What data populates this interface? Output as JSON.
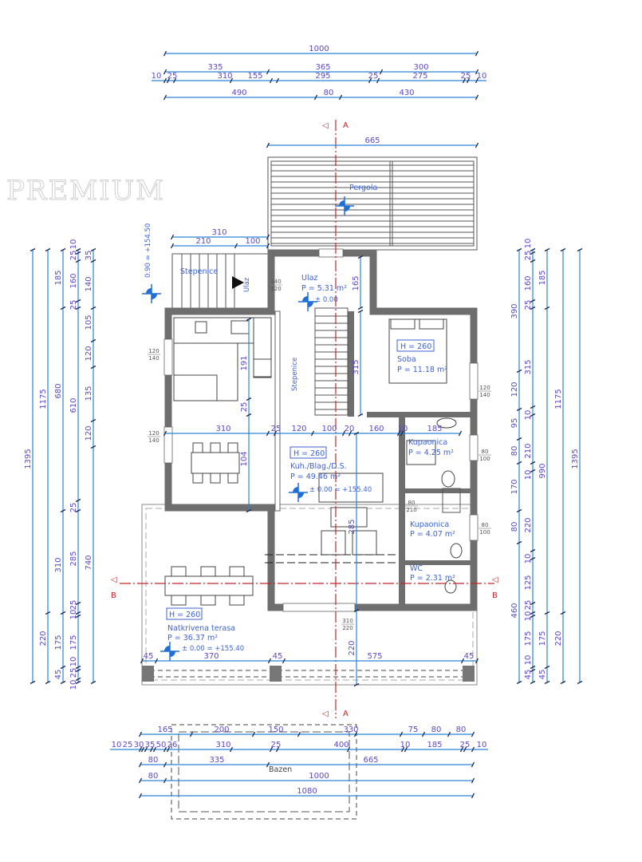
{
  "drawing": {
    "watermark": "PREMIUM",
    "colors": {
      "dimension_line": "#2a86d6",
      "dimension_text": "#5b49c9",
      "room_text": "#3c63d6",
      "walls": "#6e6e6e",
      "section_line": "#c0282b"
    },
    "section_markers": {
      "a_top": "A",
      "a_bottom": "A",
      "b_left": "B",
      "b_right": "B"
    },
    "level_left": "0.90 = +154.50"
  },
  "rooms": {
    "pergola": {
      "name": "Pergola"
    },
    "outdoor_stairs": {
      "name": "Stepenice"
    },
    "entrance": {
      "name": "Ulaz",
      "area": "P = 5.31 m²",
      "level": "± 0.00",
      "arrow_label": "Ulaz"
    },
    "interior_stairs": {
      "name": "Stepenice"
    },
    "bedroom": {
      "height": "H = 260",
      "name": "Soba",
      "area": "P = 11.18 m²"
    },
    "living": {
      "height": "H = 260",
      "name": "Kuh./Blag./D.S.",
      "area": "P = 49.46 m²",
      "level": "± 0.00 = +155.40"
    },
    "bathroom_1": {
      "name": "Kupaonica",
      "area": "P = 4.25 m²"
    },
    "bathroom_2": {
      "name": "Kupaonica",
      "area": "P = 4.07 m²"
    },
    "wc": {
      "name": "WC",
      "area": "P = 2.31 m²"
    },
    "terrace": {
      "height": "H = 260",
      "name": "Natkrivena terasa",
      "area": "P = 36.37 m²",
      "level": "± 0.00 = +155.40"
    },
    "pool": {
      "name": "Bazen"
    }
  },
  "openings": {
    "window_left_1": [
      "120",
      "140"
    ],
    "window_left_2": [
      "120",
      "140"
    ],
    "window_right_1": [
      "120",
      "140"
    ],
    "window_right_2": [
      "80",
      "100"
    ],
    "window_right_3": [
      "80",
      "100"
    ],
    "door_entrance": [
      "140",
      "220"
    ],
    "door_bath": [
      "80",
      "210"
    ],
    "door_terrace": [
      "310",
      "220"
    ]
  },
  "dimensions": {
    "top": [
      {
        "labels": [
          "1000"
        ]
      },
      {
        "labels": [
          "335",
          "365",
          "300"
        ]
      },
      {
        "labels": [
          "10",
          "25",
          "310",
          "155",
          "295",
          "25",
          "275",
          "25",
          "10"
        ]
      },
      {
        "labels": [
          "490",
          "80",
          "430"
        ]
      },
      {
        "labels": [
          "665"
        ]
      },
      {
        "labels": [
          "310"
        ]
      },
      {
        "labels": [
          "210",
          "100"
        ]
      }
    ],
    "bottom": [
      {
        "labels": [
          "165",
          "200",
          "150",
          "330",
          "75",
          "80",
          "80"
        ]
      },
      {
        "labels": [
          "10",
          "25",
          "30",
          "35",
          "50",
          "26",
          "310",
          "25",
          "400",
          "10",
          "185",
          "25",
          "10"
        ]
      },
      {
        "labels": [
          "80",
          "335",
          "665"
        ]
      },
      {
        "labels": [
          "80",
          "1000"
        ]
      },
      {
        "labels": [
          "1080"
        ]
      }
    ],
    "interior_horizontal": [
      {
        "labels": [
          "310",
          "25",
          "120",
          "100",
          "20",
          "160",
          "10",
          "185"
        ]
      },
      {
        "labels": [
          "45",
          "370",
          "45",
          "575",
          "45"
        ]
      }
    ],
    "left": [
      {
        "labels": [
          "1395"
        ]
      },
      {
        "labels": [
          "1175",
          "220"
        ]
      },
      {
        "labels": [
          "185",
          "680",
          "310",
          "175",
          "45"
        ]
      },
      {
        "labels": [
          "10",
          "25",
          "160",
          "25",
          "610",
          "25",
          "285",
          "25",
          "10",
          "175",
          "10",
          "25",
          "10"
        ]
      },
      {
        "labels": [
          "35",
          "140",
          "105",
          "120",
          "135",
          "120",
          "740"
        ]
      }
    ],
    "right": [
      {
        "labels": [
          "390",
          "120",
          "95",
          "80",
          "170",
          "80",
          "460"
        ]
      },
      {
        "labels": [
          "10",
          "25",
          "160",
          "25",
          "315",
          "10",
          "210",
          "10",
          "220",
          "10",
          "125",
          "25",
          "10",
          "175",
          "10",
          "45"
        ]
      },
      {
        "labels": [
          "185",
          "990",
          "175",
          "45"
        ]
      },
      {
        "labels": [
          "1175",
          "220"
        ]
      },
      {
        "labels": [
          "1395"
        ]
      }
    ],
    "interior_vertical": [
      {
        "labels": [
          "191",
          "25",
          "104"
        ]
      },
      {
        "labels": [
          "165"
        ]
      },
      {
        "labels": [
          "315"
        ]
      },
      {
        "labels": [
          "285",
          "220"
        ]
      }
    ]
  }
}
